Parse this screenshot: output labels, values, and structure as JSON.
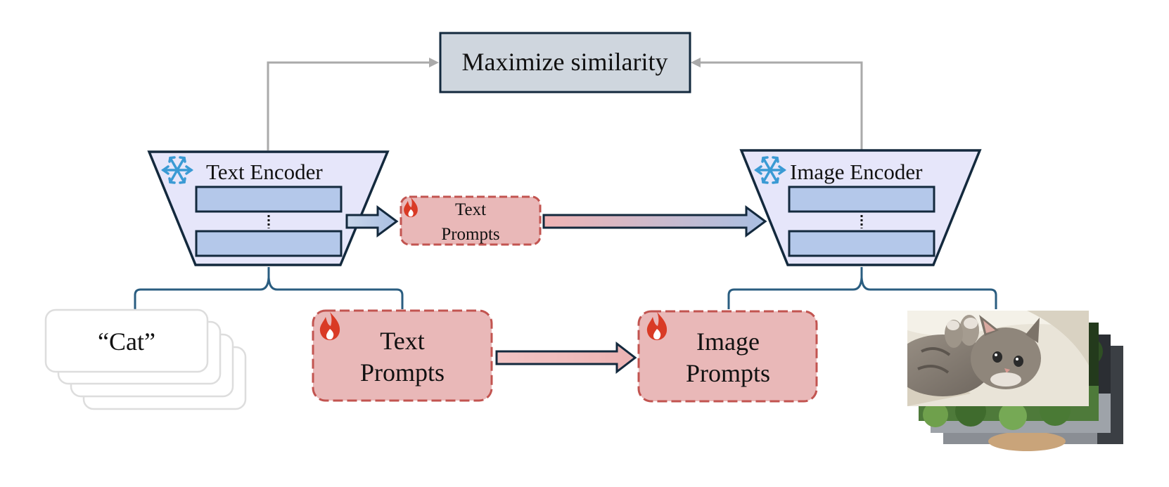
{
  "objective": {
    "label": "Maximize similarity"
  },
  "text_encoder": {
    "label": "Text Encoder",
    "icon": "snowflake-icon",
    "frozen": true
  },
  "image_encoder": {
    "label": "Image Encoder",
    "icon": "snowflake-icon",
    "frozen": true
  },
  "small_text_prompts": {
    "line1": "Text",
    "line2": "Prompts",
    "icon": "flame-icon",
    "trainable": true
  },
  "text_prompts": {
    "line1": "Text",
    "line2": "Prompts",
    "icon": "flame-icon",
    "trainable": true
  },
  "image_prompts": {
    "line1": "Image",
    "line2": "Prompts",
    "icon": "flame-icon",
    "trainable": true
  },
  "text_input": {
    "label": "“Cat”"
  },
  "image_input": {
    "subject": "kitten photo stack"
  },
  "colors": {
    "encoder_fill": "#e6e6fa",
    "layer_fill": "#b4c8ea",
    "outline": "#13293d",
    "prompt_fill": "#e9b8b8",
    "prompt_border": "#c25450",
    "objective_fill": "#cfd6de",
    "connector": "#aaaaaa",
    "bracket": "#2a5d80",
    "snowflake": "#3a9ad4",
    "flame": "#d93a25"
  }
}
